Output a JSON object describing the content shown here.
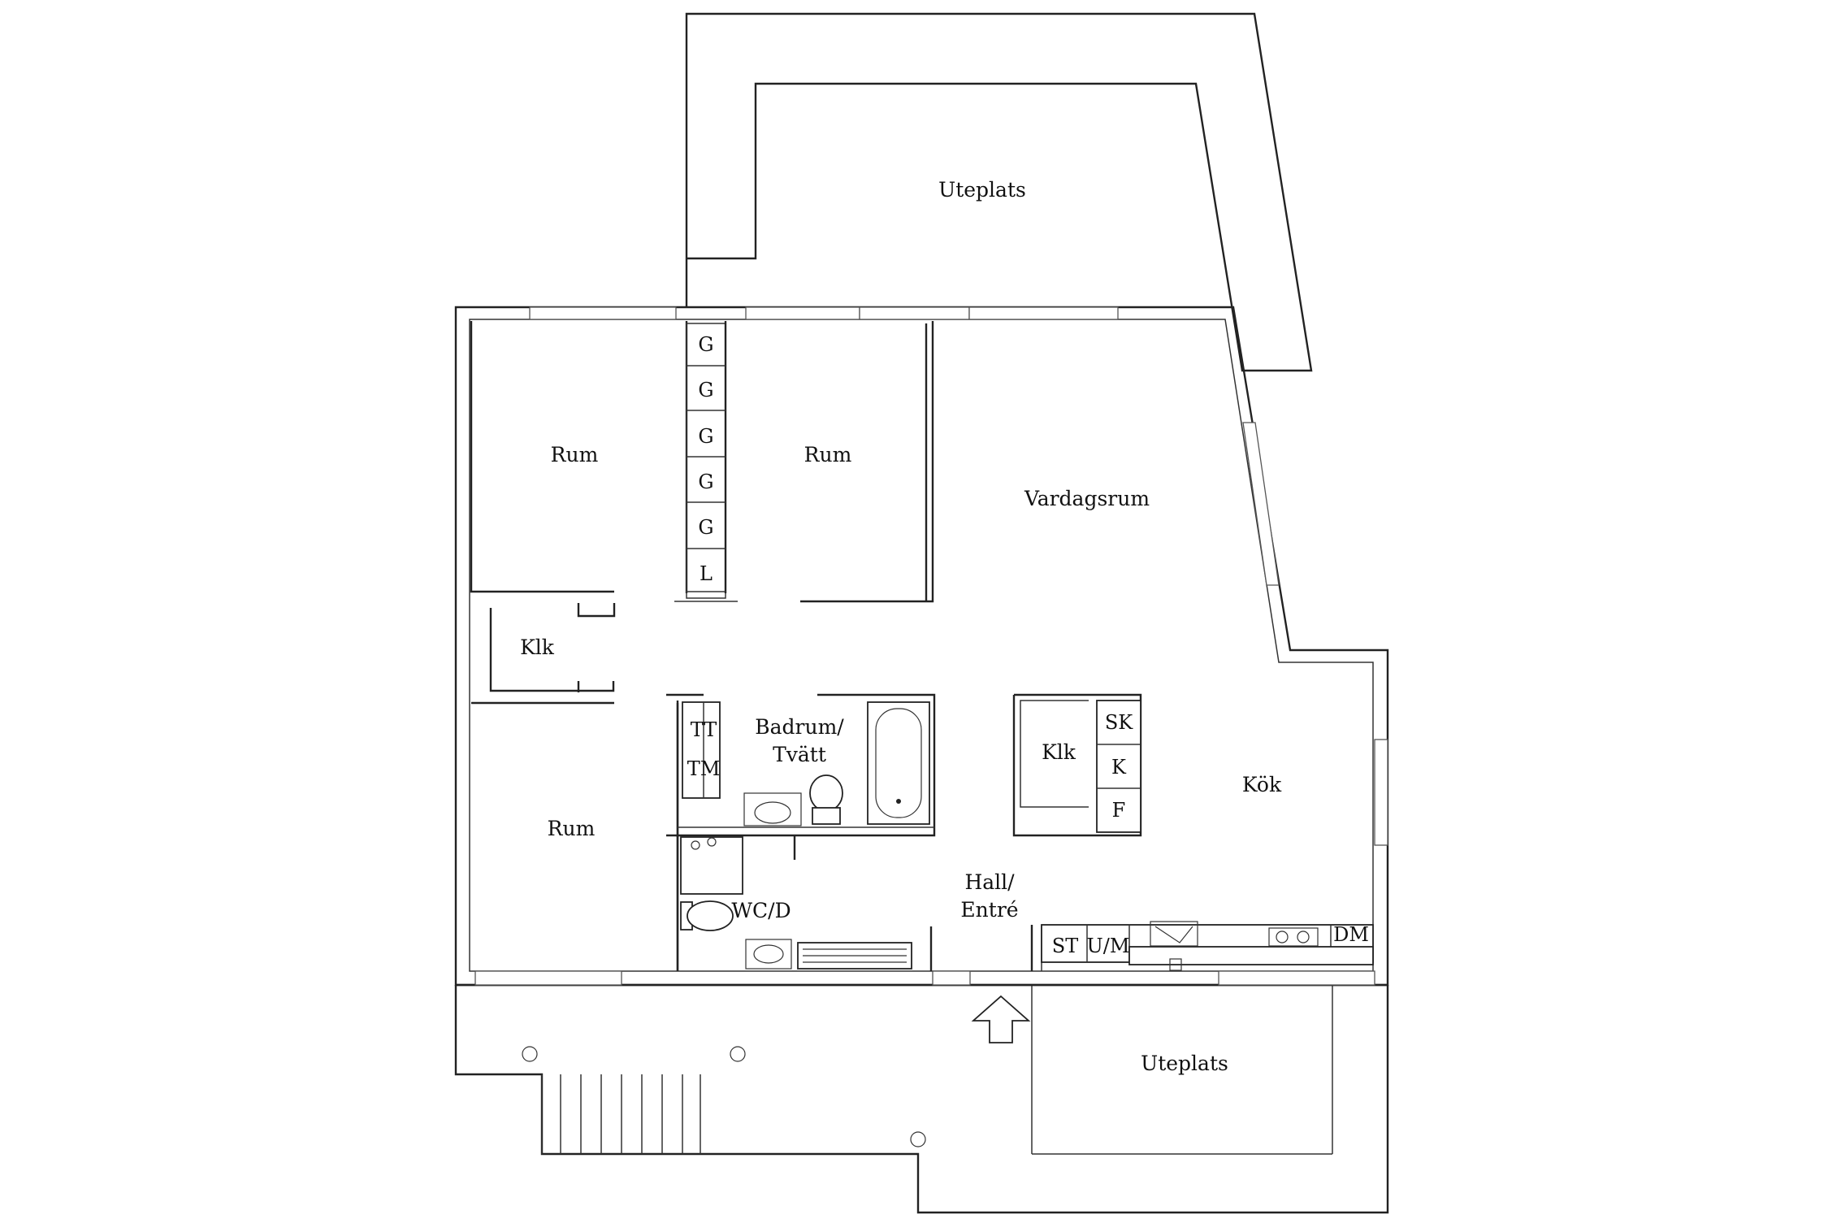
{
  "rooms": {
    "uteplats_top": "Uteplats",
    "rum_top_left": "Rum",
    "rum_top_mid": "Rum",
    "vardagsrum": "Vardagsrum",
    "klk_left": "Klk",
    "badrum_line1": "Badrum/",
    "badrum_line2": "Tvätt",
    "klk_mid": "Klk",
    "kok": "Kök",
    "rum_bottom_left": "Rum",
    "wc": "WC/D",
    "hall_line1": "Hall/",
    "hall_line2": "Entré",
    "uteplats_bottom": "Uteplats"
  },
  "closet_labels": [
    "G",
    "G",
    "G",
    "G",
    "G",
    "L"
  ],
  "bath_appliances": [
    "TT",
    "TM"
  ],
  "kitchen_cabinets": [
    "SK",
    "K",
    "F"
  ],
  "kitchen_counter": {
    "stove": "ST",
    "oven_micro": "U/M",
    "dishwasher": "DM"
  }
}
